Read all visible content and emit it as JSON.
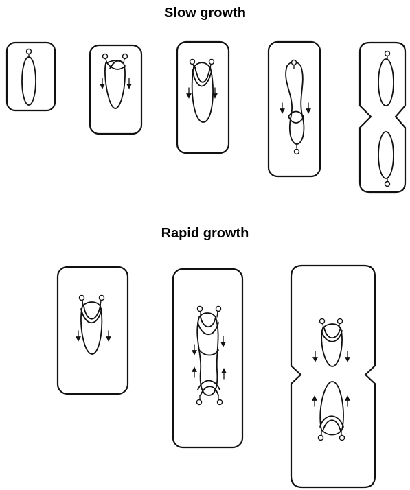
{
  "headings": {
    "slow": "Slow growth",
    "rapid": "Rapid growth"
  },
  "colors": {
    "ink": "#111111",
    "background": "#ffffff"
  },
  "panels": {
    "slow": [
      {
        "stage": 1,
        "content": "single circular chromosome with one origin"
      },
      {
        "stage": 2,
        "content": "replication initiated, two forks"
      },
      {
        "stage": 3,
        "content": "replication progressing"
      },
      {
        "stage": 4,
        "content": "replication nearly complete, origins separating"
      },
      {
        "stage": 5,
        "content": "cell dividing into two daughter cells each with one chromosome"
      }
    ],
    "rapid": [
      {
        "stage": 1,
        "content": "replicating chromosome"
      },
      {
        "stage": 2,
        "content": "new rounds of replication initiated before previous round finishes"
      },
      {
        "stage": 3,
        "content": "dividing cell, each daughter with a replicating chromosome"
      }
    ]
  }
}
